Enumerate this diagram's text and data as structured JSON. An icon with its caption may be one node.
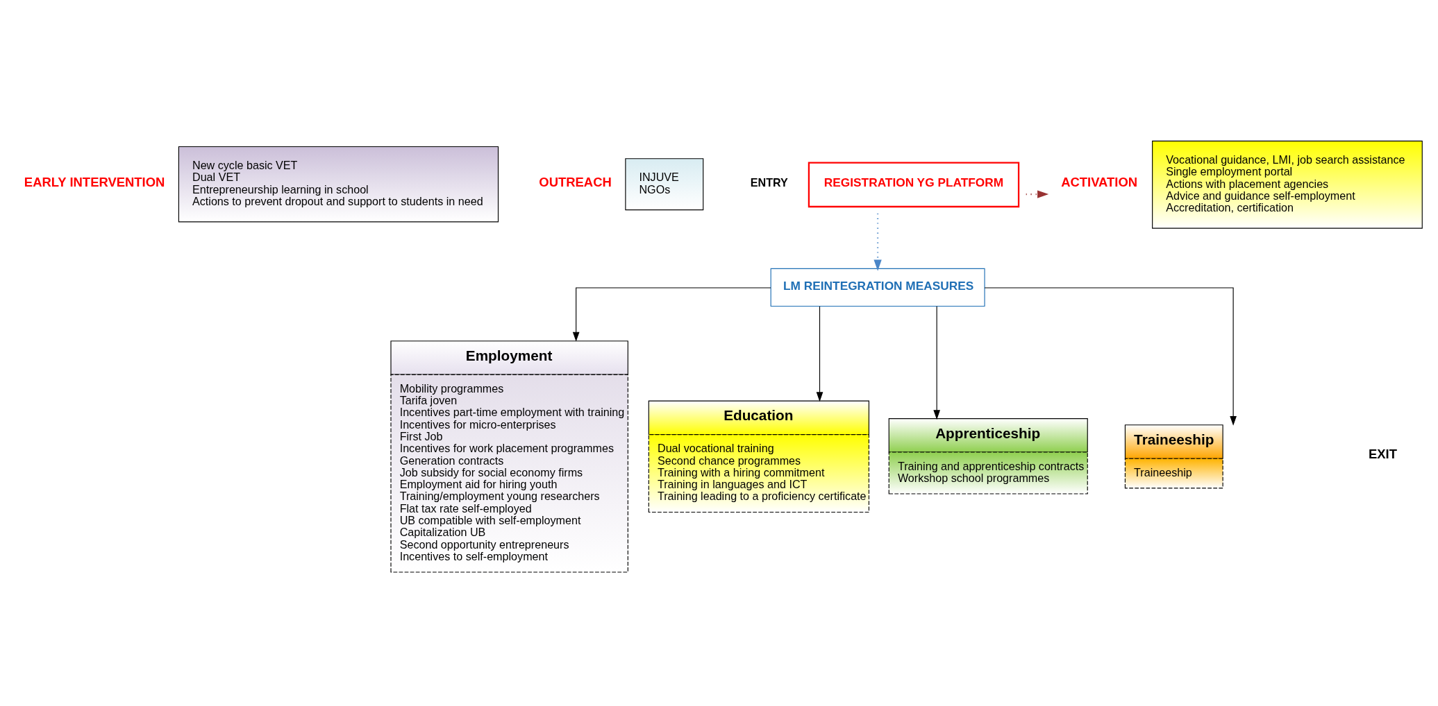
{
  "diagram": {
    "nodes": [
      {
        "text": [
          "EARLY INTERVENTION",
          "New cycle basic VET",
          "Dual VET",
          "Entrepreneurship learning in school",
          "Actions to prevent dropout and support to students in need"
        ]
      },
      {
        "text": [
          "OUTREACH",
          "INJUVE",
          "NGOs"
        ]
      },
      {
        "text": [
          "ENTRY",
          "REGISTRATION YG PLATFORM"
        ]
      },
      {
        "text": [
          "ACTIVATION",
          "Vocational guidance, LMI, job search assistance",
          "Single employment portal",
          "Actions with placement agencies",
          "Advice and guidance self-employment",
          "Accreditation, certification"
        ]
      },
      {
        "text": [
          "LM REINTEGRATION MEASURES"
        ]
      },
      {
        "text": [
          "Employment",
          "Mobility programmes",
          "Tarifa joven",
          "Incentives part-time employment with training",
          "Incentives for micro-enterprises",
          "First Job",
          "Incentives for work placement programmes",
          "Generation contracts",
          "Job subsidy for social economy firms",
          "Employment aid for hiring youth",
          "Training/employment young researchers",
          "Flat tax rate self-employed",
          "UB compatible with self-employment",
          "Capitalization UB",
          "Second opportunity entrepreneurs",
          "Incentives to self-employment"
        ]
      },
      {
        "text": [
          "Education",
          "Dual vocational training",
          "Second chance programmes",
          "Training with a hiring commitment",
          "Training in languages and ICT",
          "Training leading to a proficiency certificate"
        ]
      },
      {
        "text": [
          "Apprenticeship",
          "Training and apprenticeship contracts",
          "Workshop school programmes"
        ]
      },
      {
        "text": [
          "Traineeship",
          "Traineeship"
        ]
      }
    ],
    "edges": [
      {
        "from": 2,
        "to": 3,
        "arrow": "to",
        "style": "dashed",
        "color": "#993333"
      },
      {
        "from": 2,
        "to": 4,
        "arrow": "to",
        "style": "dashed",
        "color": "#4a86c8"
      },
      {
        "from": 4,
        "to": 5,
        "arrow": "to"
      },
      {
        "from": 4,
        "to": 6,
        "arrow": "to"
      },
      {
        "from": 4,
        "to": 7,
        "arrow": "to"
      },
      {
        "from": 4,
        "to": 8,
        "arrow": "to"
      }
    ],
    "labels": [
      "EXIT"
    ]
  }
}
